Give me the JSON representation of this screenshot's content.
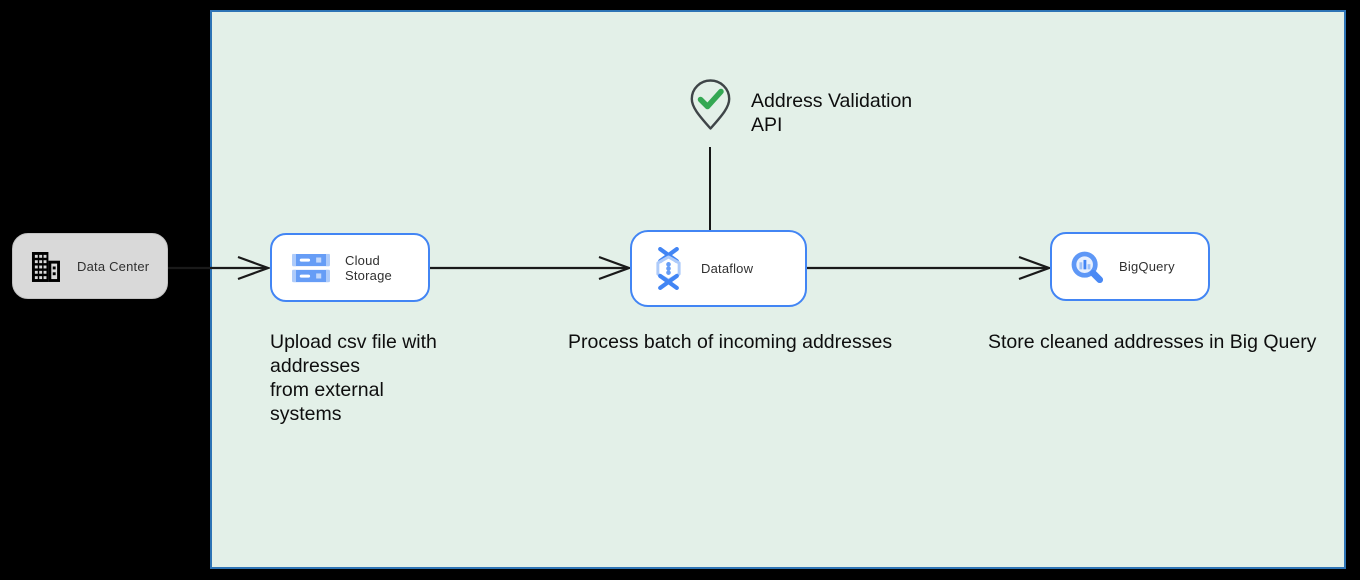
{
  "nodes": {
    "data_center": {
      "label": "Data Center"
    },
    "cloud_storage": {
      "label": "Cloud Storage"
    },
    "dataflow": {
      "label": "Dataflow"
    },
    "bigquery": {
      "label": "BigQuery"
    }
  },
  "annotations": {
    "address_validation_label": "Address Validation\nAPI",
    "cloud_storage_caption": "Upload csv file with\naddresses\nfrom external\nsystems",
    "dataflow_caption": "Process batch of incoming addresses",
    "bigquery_caption": "Store cleaned addresses in Big Query"
  },
  "icons": {
    "data_center": "building-icon",
    "cloud_storage": "cloud-storage-icon",
    "dataflow": "dataflow-icon",
    "bigquery": "bigquery-search-icon",
    "address_validation": "map-pin-check-icon"
  },
  "colors": {
    "page_background": "#000000",
    "canvas_background": "#e3f0e8",
    "canvas_border": "#2e74b5",
    "node_border": "#4285f4",
    "node_background": "#ffffff",
    "data_center_background": "#d9d9d9",
    "connector": "#1a1a1a",
    "check_green": "#34a853",
    "pin_outline": "#3f4548",
    "icon_blue_dark": "#4285f4",
    "icon_blue_medium": "#669df6",
    "icon_blue_light": "#aecbfa",
    "text": "#0e0e0e"
  }
}
